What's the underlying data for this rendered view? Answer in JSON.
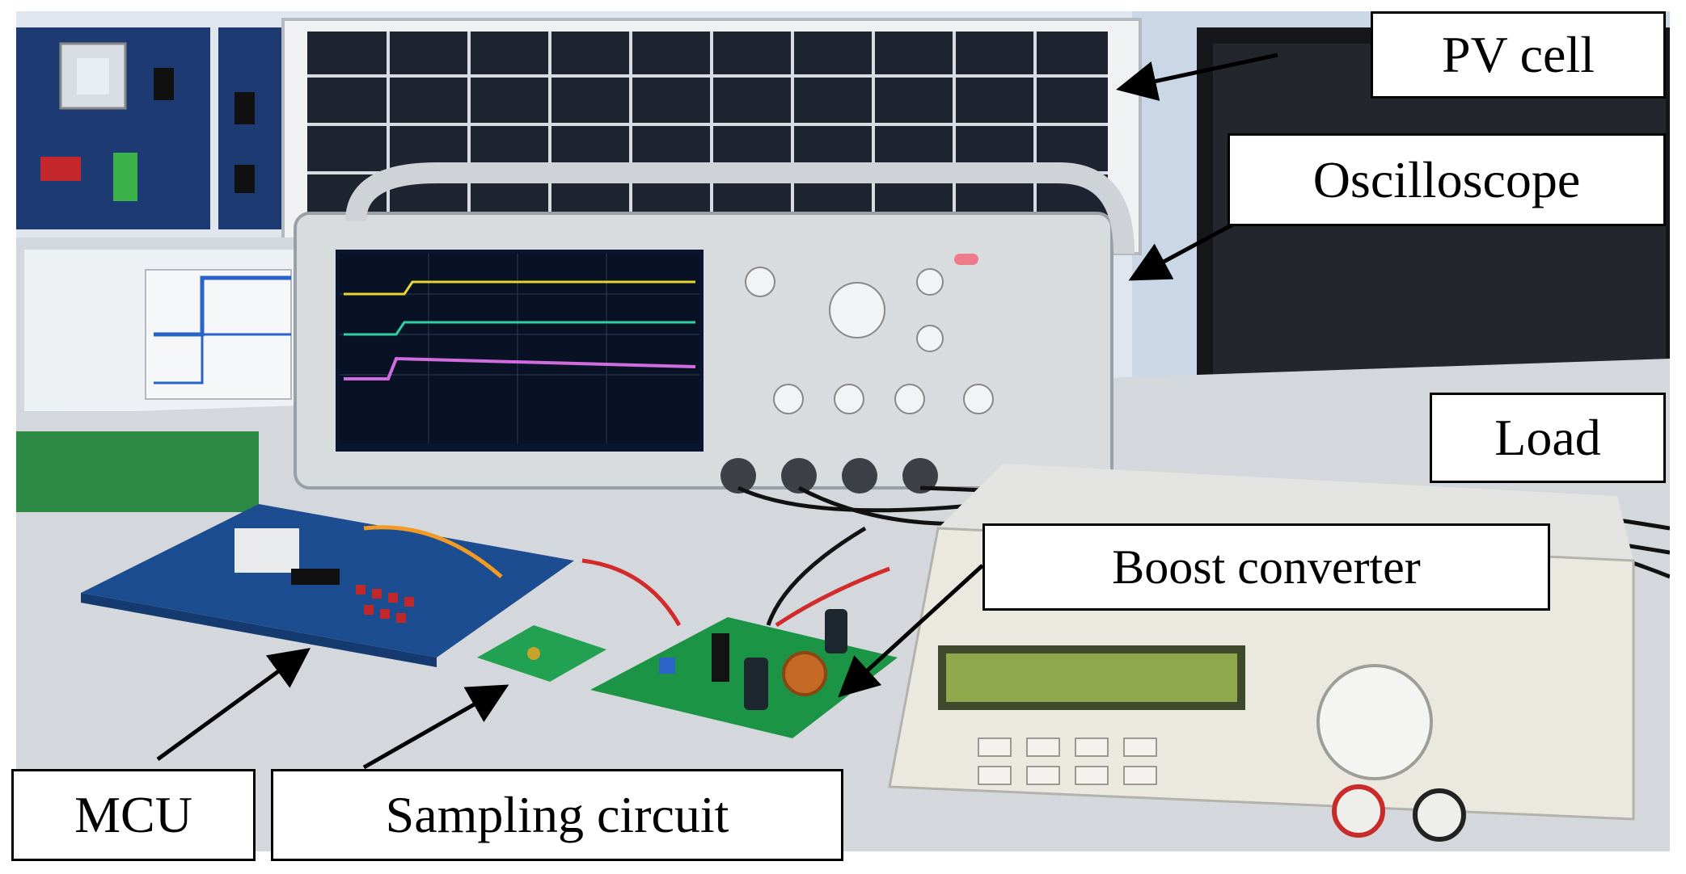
{
  "labels": {
    "pv_cell": "PV cell",
    "oscilloscope": "Oscilloscope",
    "load": "Load",
    "boost_converter": "Boost converter",
    "mcu": "MCU",
    "sampling_circuit": "Sampling circuit"
  },
  "colors": {
    "label_border": "#000000",
    "label_text": "#000000",
    "arrow": "#000000"
  }
}
